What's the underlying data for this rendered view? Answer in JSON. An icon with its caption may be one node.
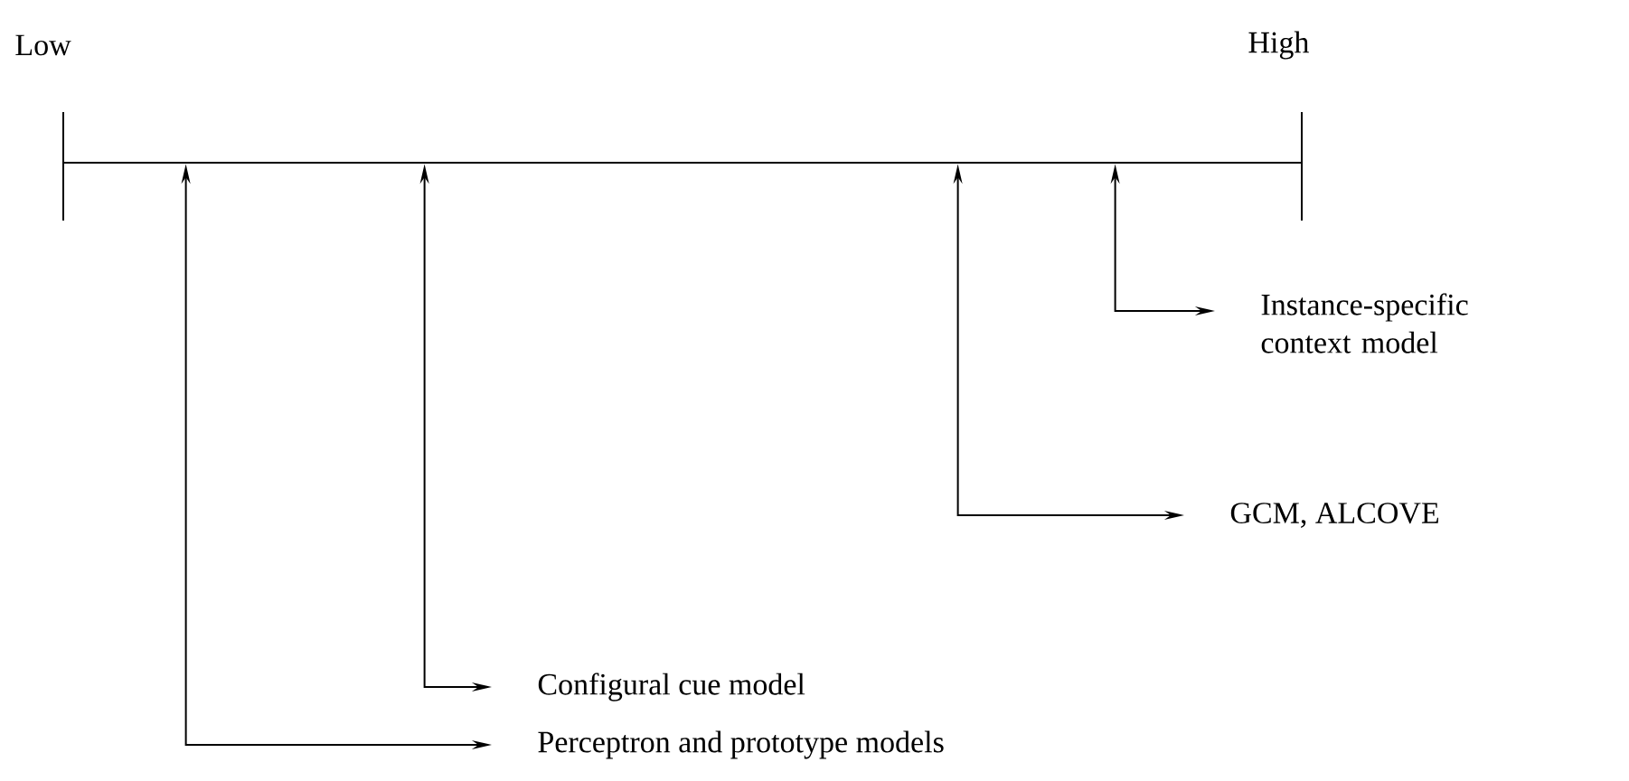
{
  "diagram": {
    "nodes": [
      {
        "text": [],
        "shape": "bar"
      },
      {
        "text": [
          "Instance-specific context model"
        ]
      },
      {
        "text": [
          "GCM, ALCOVE"
        ]
      },
      {
        "text": [
          "Configural cue model"
        ]
      },
      {
        "text": [
          "Perceptron and prototype models"
        ]
      }
    ],
    "edges": [
      {
        "from": 0,
        "to": 1,
        "arrow": "both"
      },
      {
        "from": 0,
        "to": 2,
        "arrow": "both"
      },
      {
        "from": 0,
        "to": 3,
        "arrow": "both"
      },
      {
        "from": 0,
        "to": 4,
        "arrow": "both"
      }
    ],
    "labels": [
      "Low",
      "High"
    ]
  }
}
